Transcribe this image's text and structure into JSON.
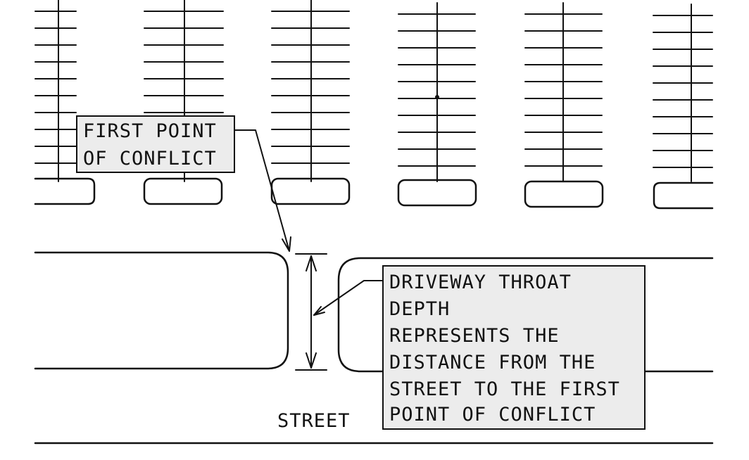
{
  "labels": {
    "first_point": [
      "FIRST POINT",
      "OF CONFLICT"
    ],
    "throat_depth": [
      "DRIVEWAY THROAT",
      "DEPTH",
      "REPRESENTS THE",
      "DISTANCE FROM THE",
      "STREET TO THE FIRST",
      "POINT OF CONFLICT"
    ],
    "street": "STREET"
  }
}
